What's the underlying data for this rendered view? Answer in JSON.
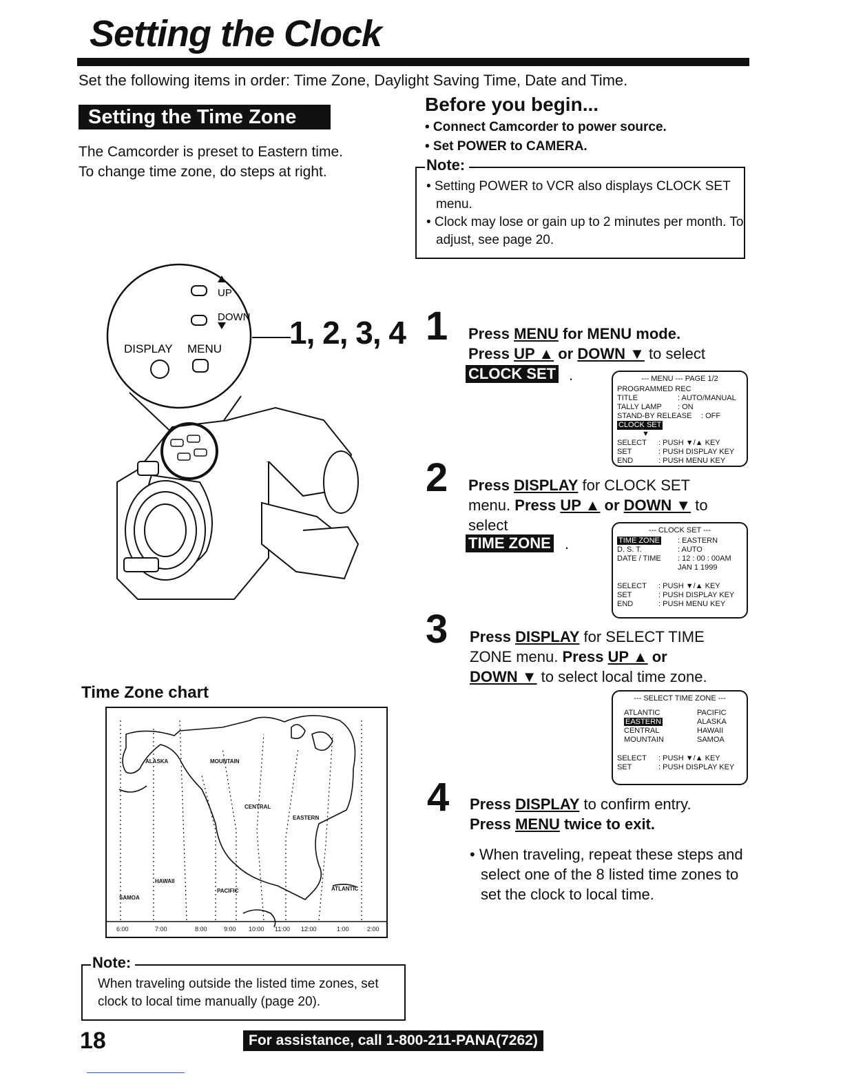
{
  "title": "Setting the Clock",
  "intro": "Set the following items in order: Time Zone, Daylight Saving Time, Date and Time.",
  "section_heading": "Setting the Time Zone",
  "preset_line1": "The Camcorder is preset to Eastern time.",
  "preset_line2": "To change time zone, do steps at right.",
  "before": {
    "heading": "Before you begin...",
    "items": [
      "• Connect Camcorder to power source.",
      "• Set POWER to CAMERA."
    ]
  },
  "note1": {
    "label": "Note:",
    "items": [
      "• Setting POWER to VCR also displays CLOCK SET menu.",
      "• Clock may lose or gain up to 2 minutes per month. To adjust, see page 20."
    ]
  },
  "camera": {
    "up": "UP",
    "down": "DOWN",
    "display": "DISPLAY",
    "menu": "MENU",
    "step_ref": "1, 2, 3, 4"
  },
  "steps": {
    "s1": {
      "num": "1",
      "l1_a": "Press ",
      "l1_key": "MENU",
      "l1_b": " for MENU mode.",
      "l2_a": "Press ",
      "l2_up": "UP ▲",
      "l2_or": " or ",
      "l2_down": "DOWN ▼",
      "l2_b": " to select",
      "chip": "CLOCK SET"
    },
    "s2": {
      "num": "2",
      "l1_a": "Press ",
      "l1_key": "DISPLAY",
      "l1_b": " for CLOCK SET",
      "l2_a": "menu. ",
      "l2_press": "Press ",
      "l2_up": "UP ▲",
      "l2_or": " or ",
      "l2_down": "DOWN ▼",
      "l2_b": " to",
      "l3": "select",
      "chip": "TIME ZONE"
    },
    "s3": {
      "num": "3",
      "l1_a": "Press ",
      "l1_key": "DISPLAY",
      "l1_b": " for SELECT TIME",
      "l2_a": "ZONE menu. ",
      "l2_press": "Press ",
      "l2_up": "UP ▲",
      "l2_or": " or",
      "l3_down": "DOWN ▼",
      "l3_b": " to select local time zone."
    },
    "s4": {
      "num": "4",
      "l1_a": "Press ",
      "l1_key": "DISPLAY",
      "l1_b": " to confirm entry.",
      "l2_a": "Press ",
      "l2_key": "MENU",
      "l2_b": " twice to exit.",
      "tip": "• When traveling, repeat these steps and select one of the 8 listed time zones to set the clock to local time."
    }
  },
  "osd_menu": {
    "header": "--- MENU ---    PAGE 1/2",
    "rows": [
      [
        "PROGRAMMED REC",
        ""
      ],
      [
        "TITLE",
        ": AUTO/MANUAL"
      ],
      [
        "TALLY LAMP",
        ": ON"
      ],
      [
        "STAND-BY RELEASE",
        ": OFF"
      ]
    ],
    "highlight": "CLOCK SET",
    "arrow": "▼",
    "footer": [
      [
        "SELECT",
        ": PUSH ▼/▲ KEY"
      ],
      [
        "SET",
        ": PUSH DISPLAY KEY"
      ],
      [
        "END",
        ": PUSH MENU KEY"
      ]
    ]
  },
  "osd_clock": {
    "header": "--- CLOCK SET ---",
    "rows": [
      [
        "TIME ZONE",
        ": EASTERN"
      ],
      [
        "D. S. T.",
        ": AUTO"
      ],
      [
        "DATE / TIME",
        ": 12 : 00 : 00AM"
      ],
      [
        "",
        "  JAN  1  1999"
      ]
    ],
    "footer": [
      [
        "SELECT",
        ": PUSH ▼/▲ KEY"
      ],
      [
        "SET",
        ": PUSH DISPLAY KEY"
      ],
      [
        "END",
        ": PUSH MENU KEY"
      ]
    ]
  },
  "osd_zone": {
    "header": "--- SELECT TIME ZONE ---",
    "left": [
      "ATLANTIC",
      "EASTERN",
      "CENTRAL",
      "MOUNTAIN"
    ],
    "right": [
      "PACIFIC",
      "ALASKA",
      "HAWAII",
      "SAMOA"
    ],
    "footer": [
      [
        "SELECT",
        ": PUSH ▼/▲ KEY"
      ],
      [
        "SET",
        ": PUSH DISPLAY KEY"
      ]
    ]
  },
  "chart": {
    "title": "Time Zone chart",
    "zones": [
      "ALASKA",
      "MOUNTAIN",
      "CENTRAL",
      "EASTERN",
      "HAWAII",
      "SAMOA",
      "PACIFIC",
      "ATLANTIC"
    ],
    "times": [
      "6:00",
      "7:00",
      "8:00",
      "9:00",
      "10:00",
      "11:00",
      "12:00",
      "1:00",
      "2:00"
    ]
  },
  "note2": {
    "label": "Note:",
    "text": "When traveling outside the listed time zones, set clock to local time manually (page 20)."
  },
  "page_number": "18",
  "assistance": "For assistance, call 1-800-211-PANA(7262)"
}
